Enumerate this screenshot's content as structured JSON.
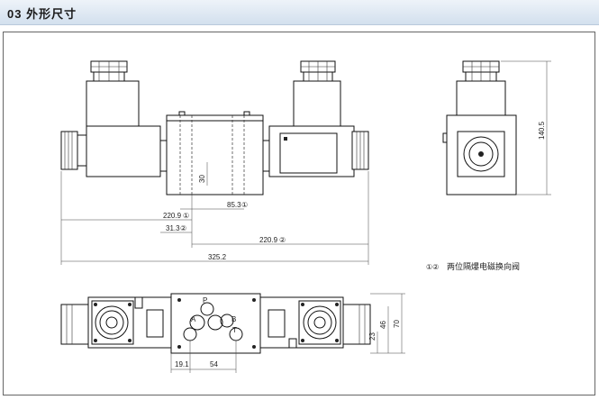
{
  "header": {
    "title": "03 外形尺寸"
  },
  "dimensions": {
    "d_85_3": "85.3",
    "d_85_3_mark": "①",
    "d_220_9_1": "220.9",
    "d_220_9_1_mark": "①",
    "d_31_3": "31.3",
    "d_31_3_mark": "②",
    "d_220_9_2": "220.9",
    "d_220_9_2_mark": "②",
    "d_325_2": "325.2",
    "d_30": "30",
    "d_140_5": "140.5",
    "d_19_1": "19.1",
    "d_54": "54",
    "d_23": "23",
    "d_46": "46",
    "d_70": "70"
  },
  "ports": {
    "p": "P",
    "a": "A",
    "b": "B",
    "t": "T"
  },
  "legend": {
    "marks": "①②",
    "text": "两位隔爆电磁换向阀"
  }
}
